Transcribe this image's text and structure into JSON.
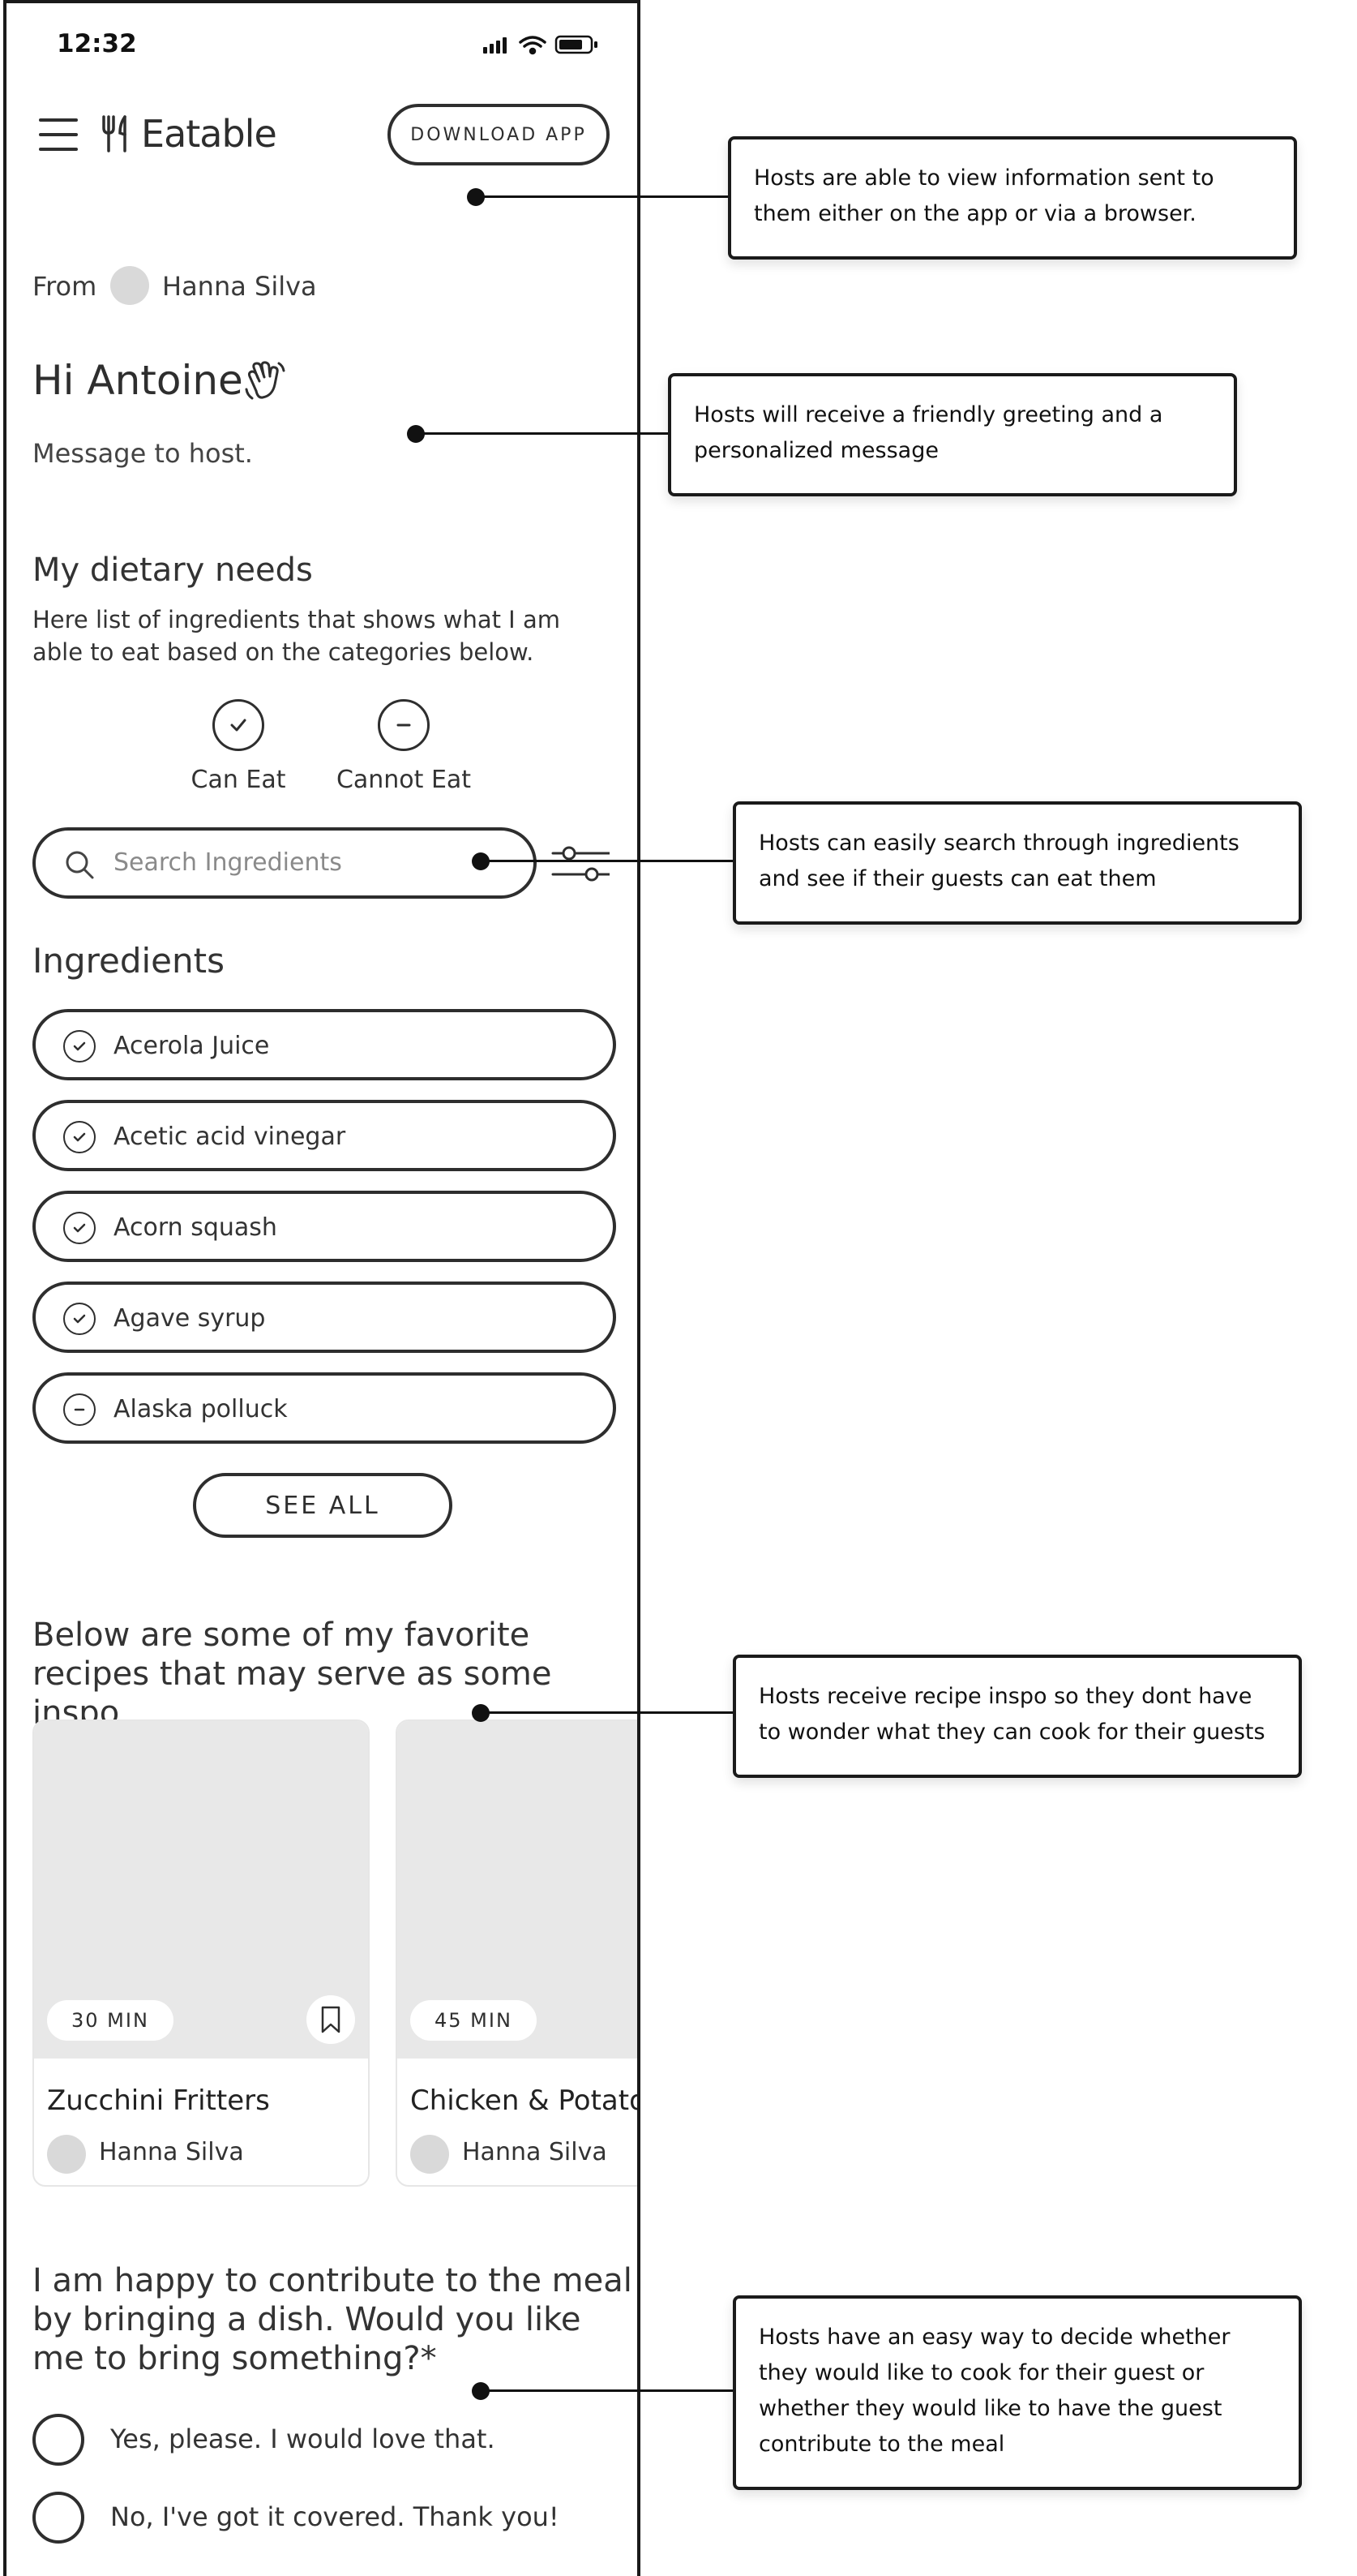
{
  "status_bar": {
    "time": "12:32"
  },
  "header": {
    "brand": "Eatable",
    "download_label": "DOWNLOAD APP"
  },
  "from": {
    "label": "From",
    "name": "Hanna Silva"
  },
  "greeting": {
    "title": "Hi Antoine",
    "message": "Message to host."
  },
  "dietary": {
    "heading": "My dietary needs",
    "description": "Here list of ingredients that shows what I am able to eat based on the categories below.",
    "legend": [
      {
        "label": "Can Eat",
        "icon": "check-icon"
      },
      {
        "label": "Cannot Eat",
        "icon": "minus-icon"
      }
    ]
  },
  "search": {
    "placeholder": "Search Ingredients"
  },
  "ingredients": {
    "heading": "Ingredients",
    "items": [
      {
        "label": "Acerola Juice",
        "status": "can"
      },
      {
        "label": "Acetic acid vinegar",
        "status": "can"
      },
      {
        "label": "Acorn squash",
        "status": "can"
      },
      {
        "label": "Agave syrup",
        "status": "can"
      },
      {
        "label": "Alaska polluck",
        "status": "cannot"
      }
    ],
    "see_all_label": "SEE ALL"
  },
  "recipes": {
    "heading": "Below are some of my favorite recipes that may serve as some inspo",
    "items": [
      {
        "time": "30 MIN",
        "title": "Zucchini Fritters",
        "author": "Hanna Silva"
      },
      {
        "time": "45 MIN",
        "title": "Chicken & Potatoes",
        "author": "Hanna Silva"
      }
    ]
  },
  "contribution": {
    "question": "I am happy to contribute to the meal by bringing a dish. Would you like me to bring something?*",
    "options": [
      "Yes, please. I would love that.",
      "No, I've got it covered. Thank you!"
    ]
  },
  "annotations": [
    "Hosts are able to view information sent to them either on the app or via a browser.",
    "Hosts will receive a friendly greeting and a personalized message",
    "Hosts can easily search through ingredients and see if their guests can eat them",
    "Hosts receive recipe inspo so they dont have to wonder what they can cook for their guests",
    "Hosts have an easy way to decide whether they would like to cook for their guest or whether they would like to have the guest contribute to the meal"
  ],
  "colors": {
    "ink": "#2e2e2e",
    "placeholder": "#d9d9d9",
    "image_bg": "#e8e8e8"
  }
}
